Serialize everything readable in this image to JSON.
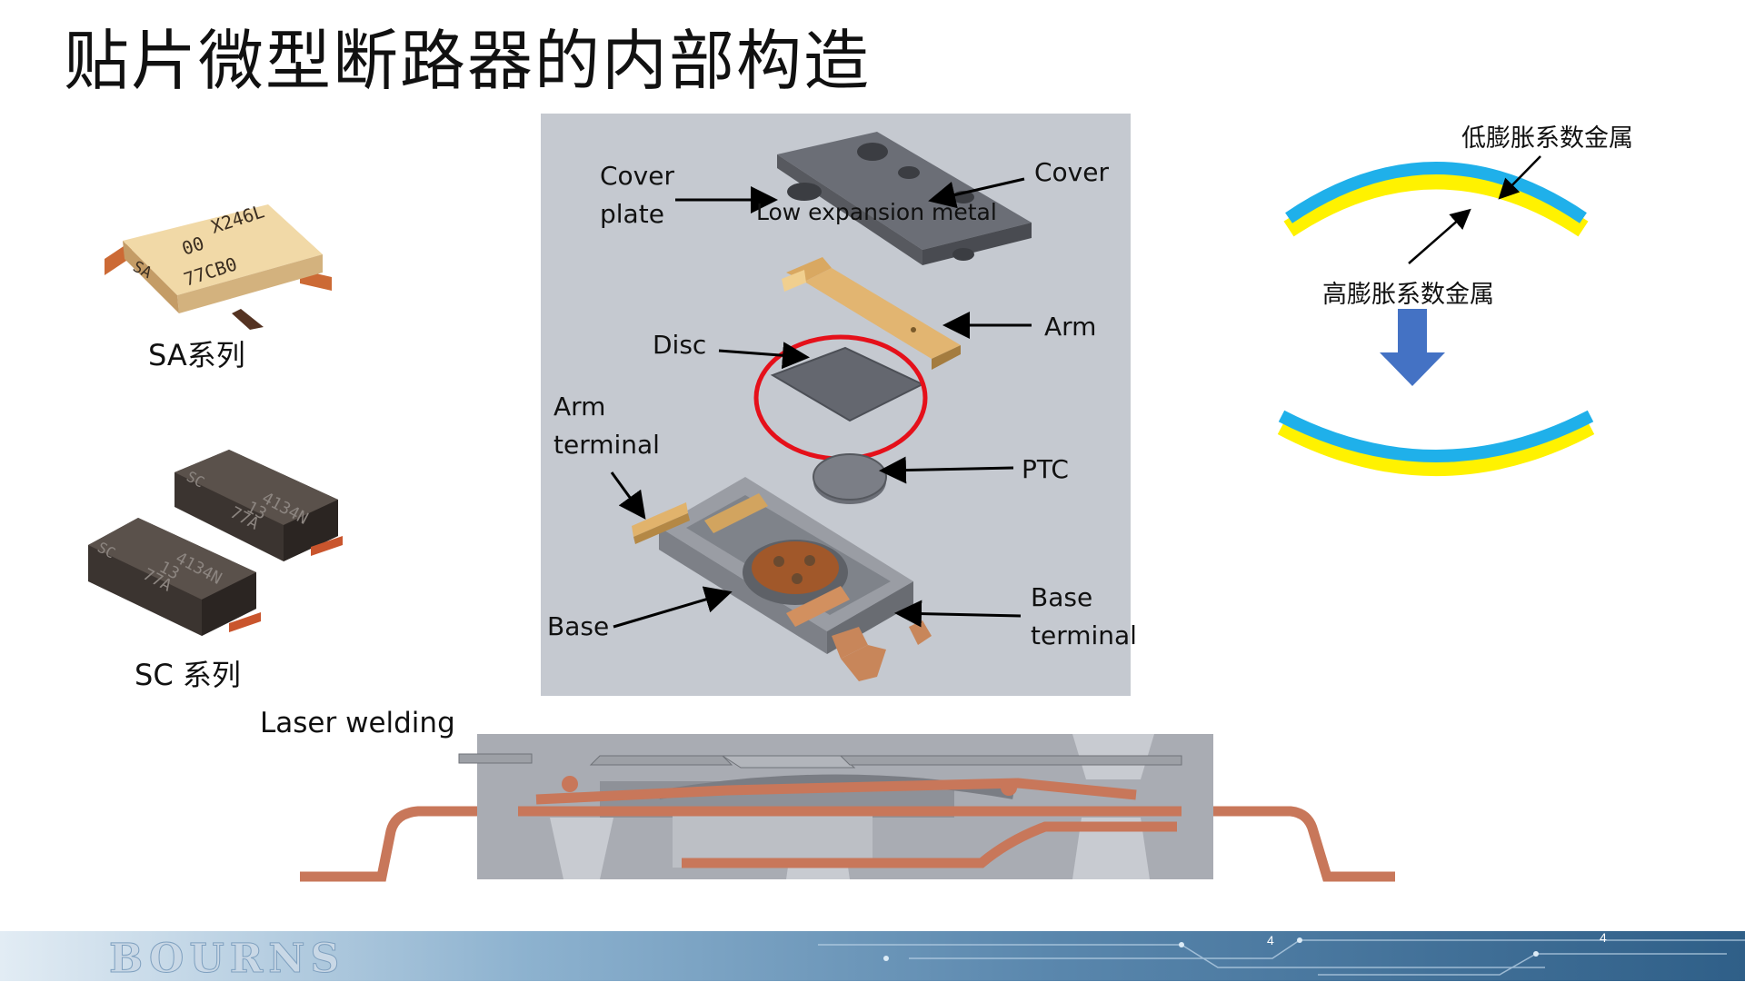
{
  "slide": {
    "title": "贴片微型断路器的内部构造"
  },
  "products": [
    {
      "label": "SA系列",
      "marking": [
        "X246L",
        "00",
        "SA",
        "77CB0"
      ]
    },
    {
      "label": "SC 系列",
      "marking": [
        "4134N",
        "13",
        "SC",
        "77A"
      ]
    }
  ],
  "exploded_view": {
    "cover_plate": "Cover\nplate",
    "cover": "Cover",
    "low_expansion": "Low expansion metal",
    "arm": "Arm",
    "disc": "Disc",
    "arm_terminal": "Arm\nterminal",
    "ptc": "PTC",
    "base": "Base",
    "base_terminal": "Base\nterminal"
  },
  "cross_section": {
    "label": "Laser welding"
  },
  "bimetal": {
    "low_label": "低膨胀系数金属",
    "high_label": "高膨胀系数金属",
    "colors": {
      "low": "#1fb0ea",
      "high": "#fff200",
      "arrow": "#4472c4"
    }
  },
  "footer": {
    "logo": "BOURNS",
    "page_a": "4",
    "page_b": "4"
  },
  "colors": {
    "panel": "#c5c9d0",
    "highlight": "#e5101a",
    "copper": "#c8775a"
  }
}
